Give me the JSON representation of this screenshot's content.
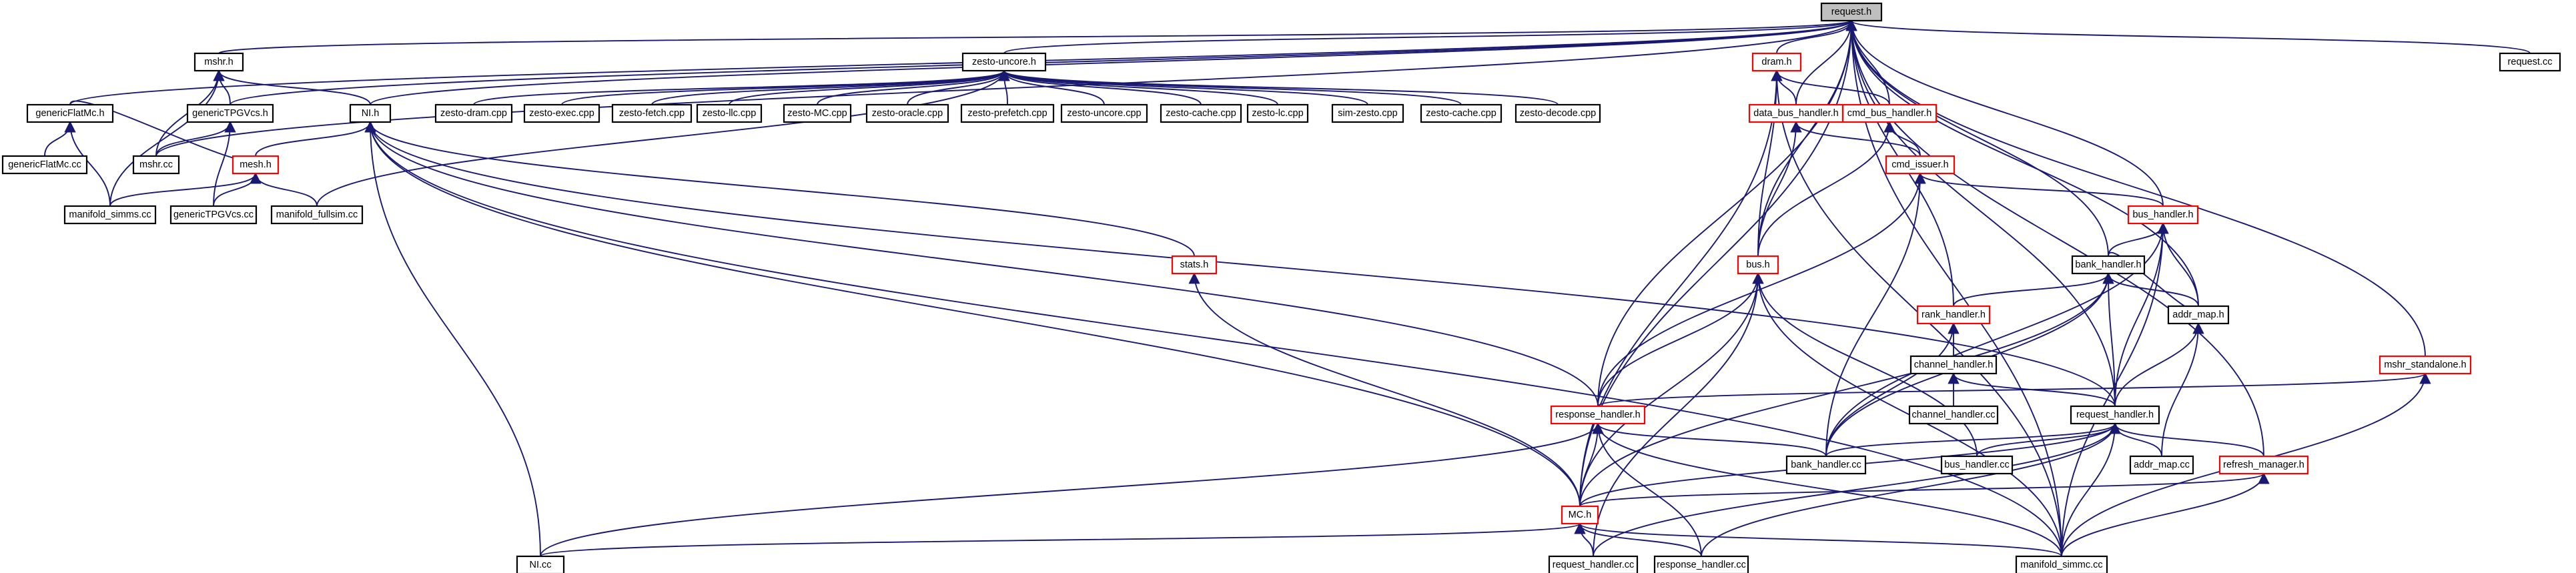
{
  "diagram": {
    "type": "include-dependency-graph",
    "edge_color": "#191970",
    "node_border_black": "#000000",
    "node_border_red": "#ff0000",
    "root_fill": "#bfbfbf",
    "nodes": [
      {
        "id": "request_h",
        "label": "request.h",
        "style": "root"
      },
      {
        "id": "request_cc",
        "label": "request.cc",
        "style": "black"
      },
      {
        "id": "mshr_h",
        "label": "mshr.h",
        "style": "black"
      },
      {
        "id": "zesto_uncore_h",
        "label": "zesto-uncore.h",
        "style": "black"
      },
      {
        "id": "dram_h",
        "label": "dram.h",
        "style": "red"
      },
      {
        "id": "genericFlatMc_h",
        "label": "genericFlatMc.h",
        "style": "black"
      },
      {
        "id": "genericTPGVcs_h",
        "label": "genericTPGVcs.h",
        "style": "black"
      },
      {
        "id": "NI_h",
        "label": "NI.h",
        "style": "black"
      },
      {
        "id": "zesto_dram_cpp",
        "label": "zesto-dram.cpp",
        "style": "black"
      },
      {
        "id": "zesto_exec_cpp",
        "label": "zesto-exec.cpp",
        "style": "black"
      },
      {
        "id": "zesto_fetch_cpp",
        "label": "zesto-fetch.cpp",
        "style": "black"
      },
      {
        "id": "zesto_llc_cpp",
        "label": "zesto-llc.cpp",
        "style": "black"
      },
      {
        "id": "zesto_MC_cpp",
        "label": "zesto-MC.cpp",
        "style": "black"
      },
      {
        "id": "zesto_oracle_cpp",
        "label": "zesto-oracle.cpp",
        "style": "black"
      },
      {
        "id": "zesto_prefetch_cpp",
        "label": "zesto-prefetch.cpp",
        "style": "black"
      },
      {
        "id": "zesto_uncore_cpp",
        "label": "zesto-uncore.cpp",
        "style": "black"
      },
      {
        "id": "zesto_cache_cpp",
        "label": "zesto-cache.cpp",
        "style": "black"
      },
      {
        "id": "zesto_lc_cpp",
        "label": "zesto-lc.cpp",
        "style": "black"
      },
      {
        "id": "sim_zesto_cpp",
        "label": "sim-zesto.cpp",
        "style": "black"
      },
      {
        "id": "zesto_cache_cpp2",
        "label": "zesto-cache.cpp",
        "style": "black"
      },
      {
        "id": "zesto_decode_cpp",
        "label": "zesto-decode.cpp",
        "style": "black"
      },
      {
        "id": "data_bus_handler_h",
        "label": "data_bus_handler.h",
        "style": "red"
      },
      {
        "id": "cmd_bus_handler_h",
        "label": "cmd_bus_handler.h",
        "style": "red"
      },
      {
        "id": "genericFlatMc_cc",
        "label": "genericFlatMc.cc",
        "style": "black"
      },
      {
        "id": "mshr_cc",
        "label": "mshr.cc",
        "style": "black"
      },
      {
        "id": "mesh_h",
        "label": "mesh.h",
        "style": "red"
      },
      {
        "id": "cmd_issuer_h",
        "label": "cmd_issuer.h",
        "style": "red"
      },
      {
        "id": "manifold_simms_cc",
        "label": "manifold_simms.cc",
        "style": "black"
      },
      {
        "id": "genericTPGVcs_cc",
        "label": "genericTPGVcs.cc",
        "style": "black"
      },
      {
        "id": "manifold_fullsim_cc",
        "label": "manifold_fullsim.cc",
        "style": "black"
      },
      {
        "id": "bus_handler_h",
        "label": "bus_handler.h",
        "style": "red"
      },
      {
        "id": "stats_h",
        "label": "stats.h",
        "style": "red"
      },
      {
        "id": "bus_h",
        "label": "bus.h",
        "style": "red"
      },
      {
        "id": "bank_handler_h",
        "label": "bank_handler.h",
        "style": "black"
      },
      {
        "id": "rank_handler_h",
        "label": "rank_handler.h",
        "style": "red"
      },
      {
        "id": "addr_map_h",
        "label": "addr_map.h",
        "style": "black"
      },
      {
        "id": "channel_handler_h",
        "label": "channel_handler.h",
        "style": "black"
      },
      {
        "id": "mshr_standalone_h",
        "label": "mshr_standalone.h",
        "style": "red"
      },
      {
        "id": "response_handler_h",
        "label": "response_handler.h",
        "style": "red"
      },
      {
        "id": "channel_handler_cc",
        "label": "channel_handler.cc",
        "style": "black"
      },
      {
        "id": "request_handler_h",
        "label": "request_handler.h",
        "style": "black"
      },
      {
        "id": "bank_handler_cc",
        "label": "bank_handler.cc",
        "style": "black"
      },
      {
        "id": "bus_handler_cc",
        "label": "bus_handler.cc",
        "style": "black"
      },
      {
        "id": "addr_map_cc",
        "label": "addr_map.cc",
        "style": "black"
      },
      {
        "id": "refresh_manager_h",
        "label": "refresh_manager.h",
        "style": "red"
      },
      {
        "id": "MC_h",
        "label": "MC.h",
        "style": "red"
      },
      {
        "id": "NI_cc",
        "label": "NI.cc",
        "style": "black"
      },
      {
        "id": "request_handler_cc",
        "label": "request_handler.cc",
        "style": "black"
      },
      {
        "id": "response_handler_cc",
        "label": "response_handler.cc",
        "style": "black"
      },
      {
        "id": "manifold_simmc_cc",
        "label": "manifold_simmc.cc",
        "style": "black"
      }
    ]
  }
}
